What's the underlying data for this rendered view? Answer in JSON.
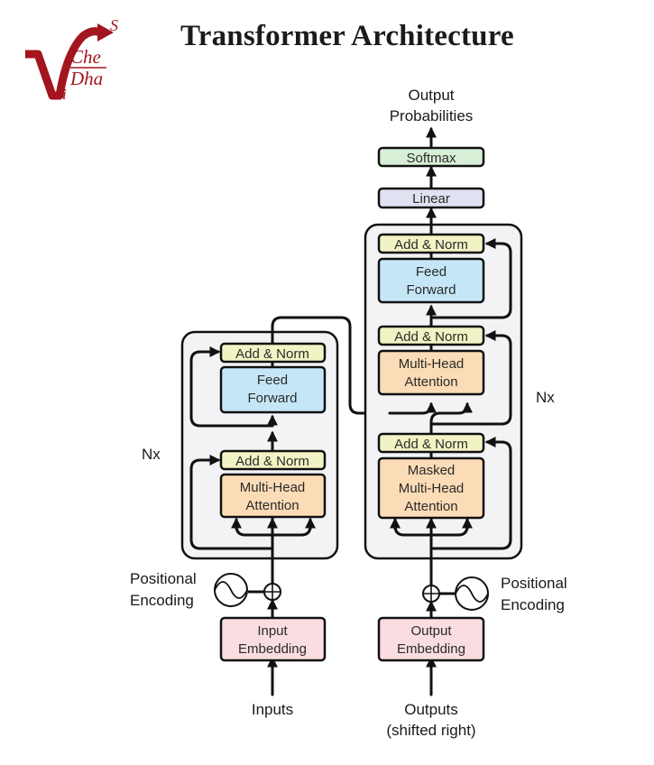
{
  "header": {
    "title": "Transformer Architecture",
    "logo": {
      "letters": [
        "S",
        "Che",
        "Dha",
        "i"
      ],
      "color": "#a3151f"
    }
  },
  "colors": {
    "add_norm": "#f2f3c4",
    "feed_forward": "#c5e6f7",
    "attention": "#fcdcb6",
    "embedding": "#f9dde0",
    "linear": "#e0e1f1",
    "softmax": "#d7efd7",
    "stack_bg": "#f3f3f5"
  },
  "encoder": {
    "repeat_label": "Nx",
    "add_norm_top": "Add & Norm",
    "feed_forward": [
      "Feed",
      "Forward"
    ],
    "add_norm_bottom": "Add & Norm",
    "attention": [
      "Multi-Head",
      "Attention"
    ],
    "positional_encoding": [
      "Positional",
      "Encoding"
    ],
    "embedding": [
      "Input",
      "Embedding"
    ],
    "input_label": "Inputs"
  },
  "decoder": {
    "repeat_label": "Nx",
    "add_norm_top": "Add & Norm",
    "feed_forward": [
      "Feed",
      "Forward"
    ],
    "add_norm_mid": "Add & Norm",
    "attention": [
      "Multi-Head",
      "Attention"
    ],
    "add_norm_bottom": "Add & Norm",
    "masked_attention": [
      "Masked",
      "Multi-Head",
      "Attention"
    ],
    "positional_encoding": [
      "Positional",
      "Encoding"
    ],
    "embedding": [
      "Output",
      "Embedding"
    ],
    "input_label": [
      "Outputs",
      "(shifted right)"
    ]
  },
  "head": {
    "linear": "Linear",
    "softmax": "Softmax",
    "output_label": [
      "Output",
      "Probabilities"
    ]
  }
}
